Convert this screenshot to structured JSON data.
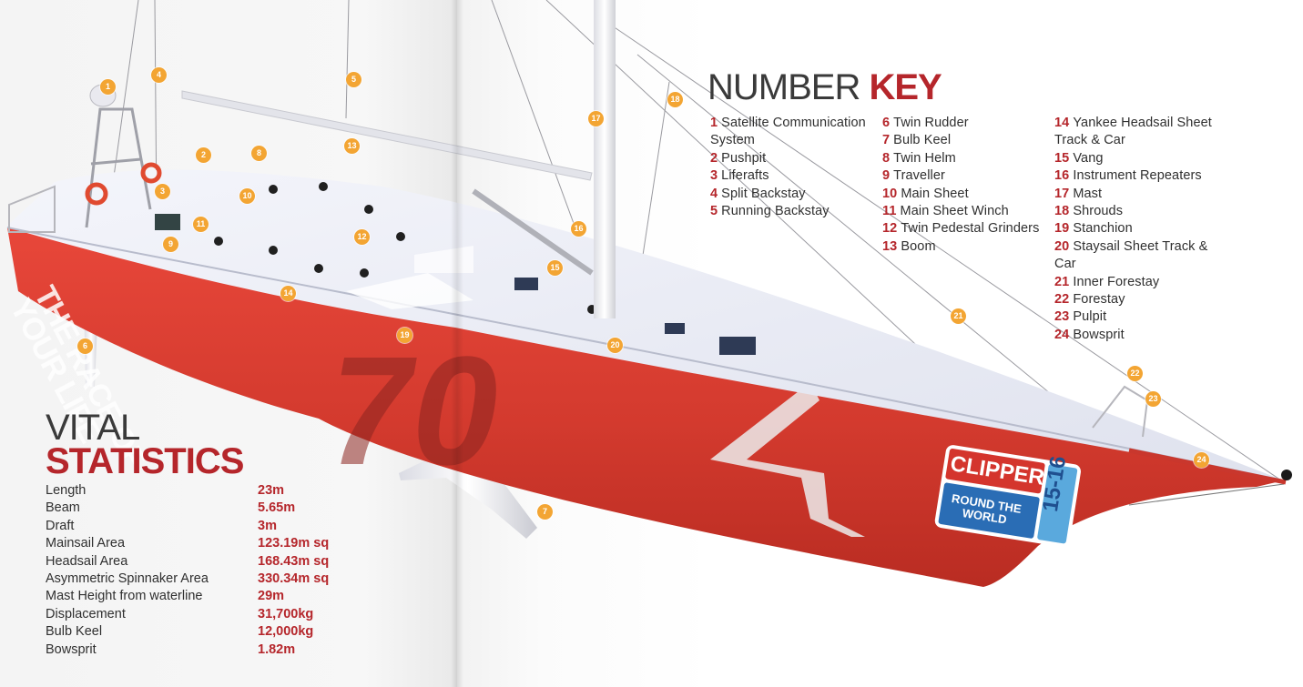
{
  "number_key": {
    "title_thin": "NUMBER",
    "title_bold": "KEY",
    "columns": [
      [
        {
          "n": "1",
          "label": "Satellite Communication System"
        },
        {
          "n": "2",
          "label": "Pushpit"
        },
        {
          "n": "3",
          "label": "Liferafts"
        },
        {
          "n": "4",
          "label": "Split Backstay"
        },
        {
          "n": "5",
          "label": "Running Backstay"
        }
      ],
      [
        {
          "n": "6",
          "label": "Twin Rudder"
        },
        {
          "n": "7",
          "label": "Bulb Keel"
        },
        {
          "n": "8",
          "label": "Twin Helm"
        },
        {
          "n": "9",
          "label": "Traveller"
        },
        {
          "n": "10",
          "label": "Main Sheet"
        },
        {
          "n": "11",
          "label": "Main Sheet Winch"
        },
        {
          "n": "12",
          "label": "Twin Pedestal Grinders"
        },
        {
          "n": "13",
          "label": "Boom"
        }
      ],
      [
        {
          "n": "14",
          "label": "Yankee Headsail Sheet Track & Car"
        },
        {
          "n": "15",
          "label": "Vang"
        },
        {
          "n": "16",
          "label": "Instrument Repeaters"
        },
        {
          "n": "17",
          "label": "Mast"
        },
        {
          "n": "18",
          "label": "Shrouds"
        },
        {
          "n": "19",
          "label": "Stanchion"
        },
        {
          "n": "20",
          "label": "Staysail Sheet Track & Car"
        },
        {
          "n": "21",
          "label": "Inner Forestay"
        },
        {
          "n": "22",
          "label": "Forestay"
        },
        {
          "n": "23",
          "label": "Pulpit"
        },
        {
          "n": "24",
          "label": "Bowsprit"
        }
      ]
    ]
  },
  "vital_statistics": {
    "title": "VITAL",
    "subtitle": "STATISTICS",
    "rows": [
      {
        "label": "Length",
        "value": "23m"
      },
      {
        "label": "Beam",
        "value": "5.65m"
      },
      {
        "label": "Draft",
        "value": "3m"
      },
      {
        "label": "Mainsail Area",
        "value": "123.19m sq"
      },
      {
        "label": "Headsail Area",
        "value": "168.43m sq"
      },
      {
        "label": "Asymmetric Spinnaker Area",
        "value": "330.34m sq"
      },
      {
        "label": "Mast Height from waterline",
        "value": "29m"
      },
      {
        "label": "Displacement",
        "value": "31,700kg"
      },
      {
        "label": "Bulb Keel",
        "value": "12,000kg"
      },
      {
        "label": "Bowsprit",
        "value": "1.82m"
      }
    ]
  },
  "boat_graphics": {
    "hull_lettering": "THE RACE OF YOUR LIFE",
    "sail_number": "70",
    "logo_brand": "CLIPPER",
    "logo_tagline": "ROUND THE WORLD",
    "logo_edition": "15-16",
    "callouts": [
      "1",
      "2",
      "3",
      "4",
      "5",
      "6",
      "7",
      "8",
      "9",
      "10",
      "11",
      "12",
      "13",
      "14",
      "15",
      "16",
      "17",
      "18",
      "19",
      "20",
      "21",
      "22",
      "23",
      "24"
    ]
  },
  "colors": {
    "accent_red": "#b5262b",
    "hull_red": "#d9352b",
    "callout_orange": "#f3a533",
    "deck_white": "#e9ebf4",
    "logo_blue": "#2a6db5"
  }
}
